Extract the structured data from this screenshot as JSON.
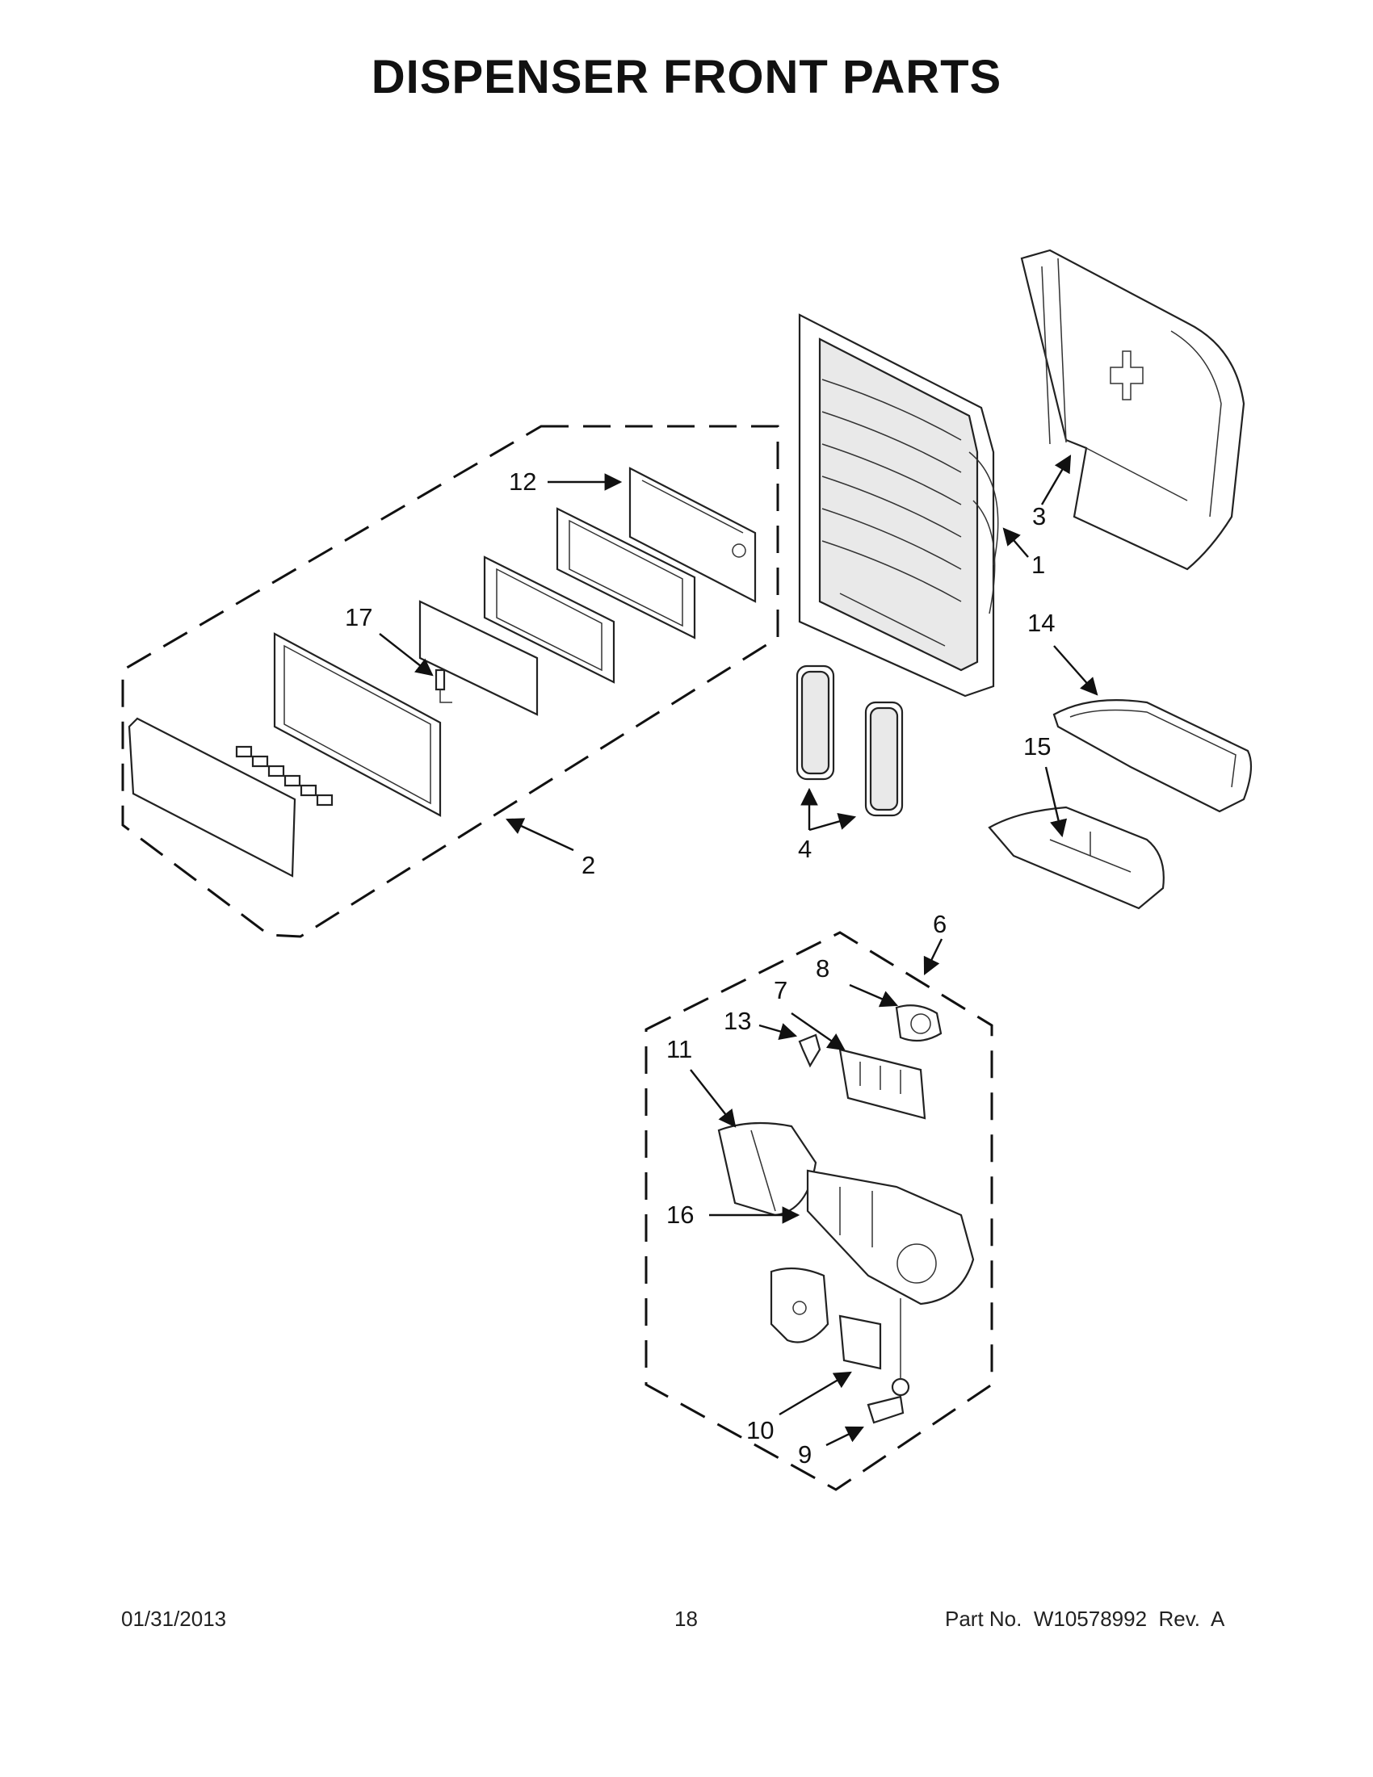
{
  "page": {
    "title": "DISPENSER FRONT PARTS",
    "date": "01/31/2013",
    "page_number": "18",
    "part_number": "Part No.  W10578992  Rev.  A"
  },
  "callouts": [
    "1",
    "2",
    "3",
    "4",
    "6",
    "7",
    "8",
    "9",
    "10",
    "11",
    "12",
    "13",
    "14",
    "15",
    "16",
    "17"
  ],
  "colors": {
    "line": "#222222",
    "fill": "#ffffff",
    "shade": "#e9e9e9"
  }
}
